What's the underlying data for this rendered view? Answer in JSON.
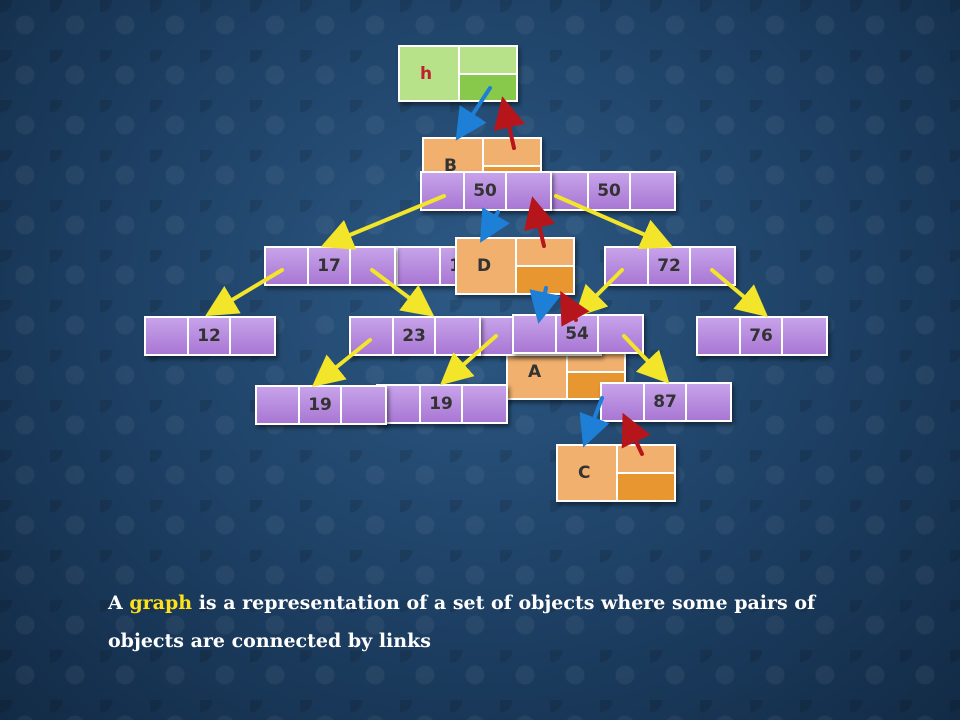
{
  "nodes": {
    "h": "h",
    "B": "B",
    "D": "D",
    "A": "A",
    "C": "C",
    "n50_back": "50",
    "n50_front": "50",
    "n17_front": "17",
    "n17_back": "17",
    "n72": "72",
    "n12": "12",
    "n23": "23",
    "n54": "54",
    "n76": "76",
    "n19_front": "19",
    "n19_back": "19",
    "n87": "87"
  },
  "caption": {
    "lead": "A",
    "highlight": "graph",
    "rest": "is a representation of a set of objects where some pairs of objects are connected by links"
  },
  "colors": {
    "tree_link": "#f2e52a",
    "down_link": "#1d7fd6",
    "up_link": "#b5151b",
    "purple_node": "#b88ae0",
    "orange_node": "#f1b06e",
    "green_node": "#b7e28a",
    "highlight": "#ffe21a"
  }
}
